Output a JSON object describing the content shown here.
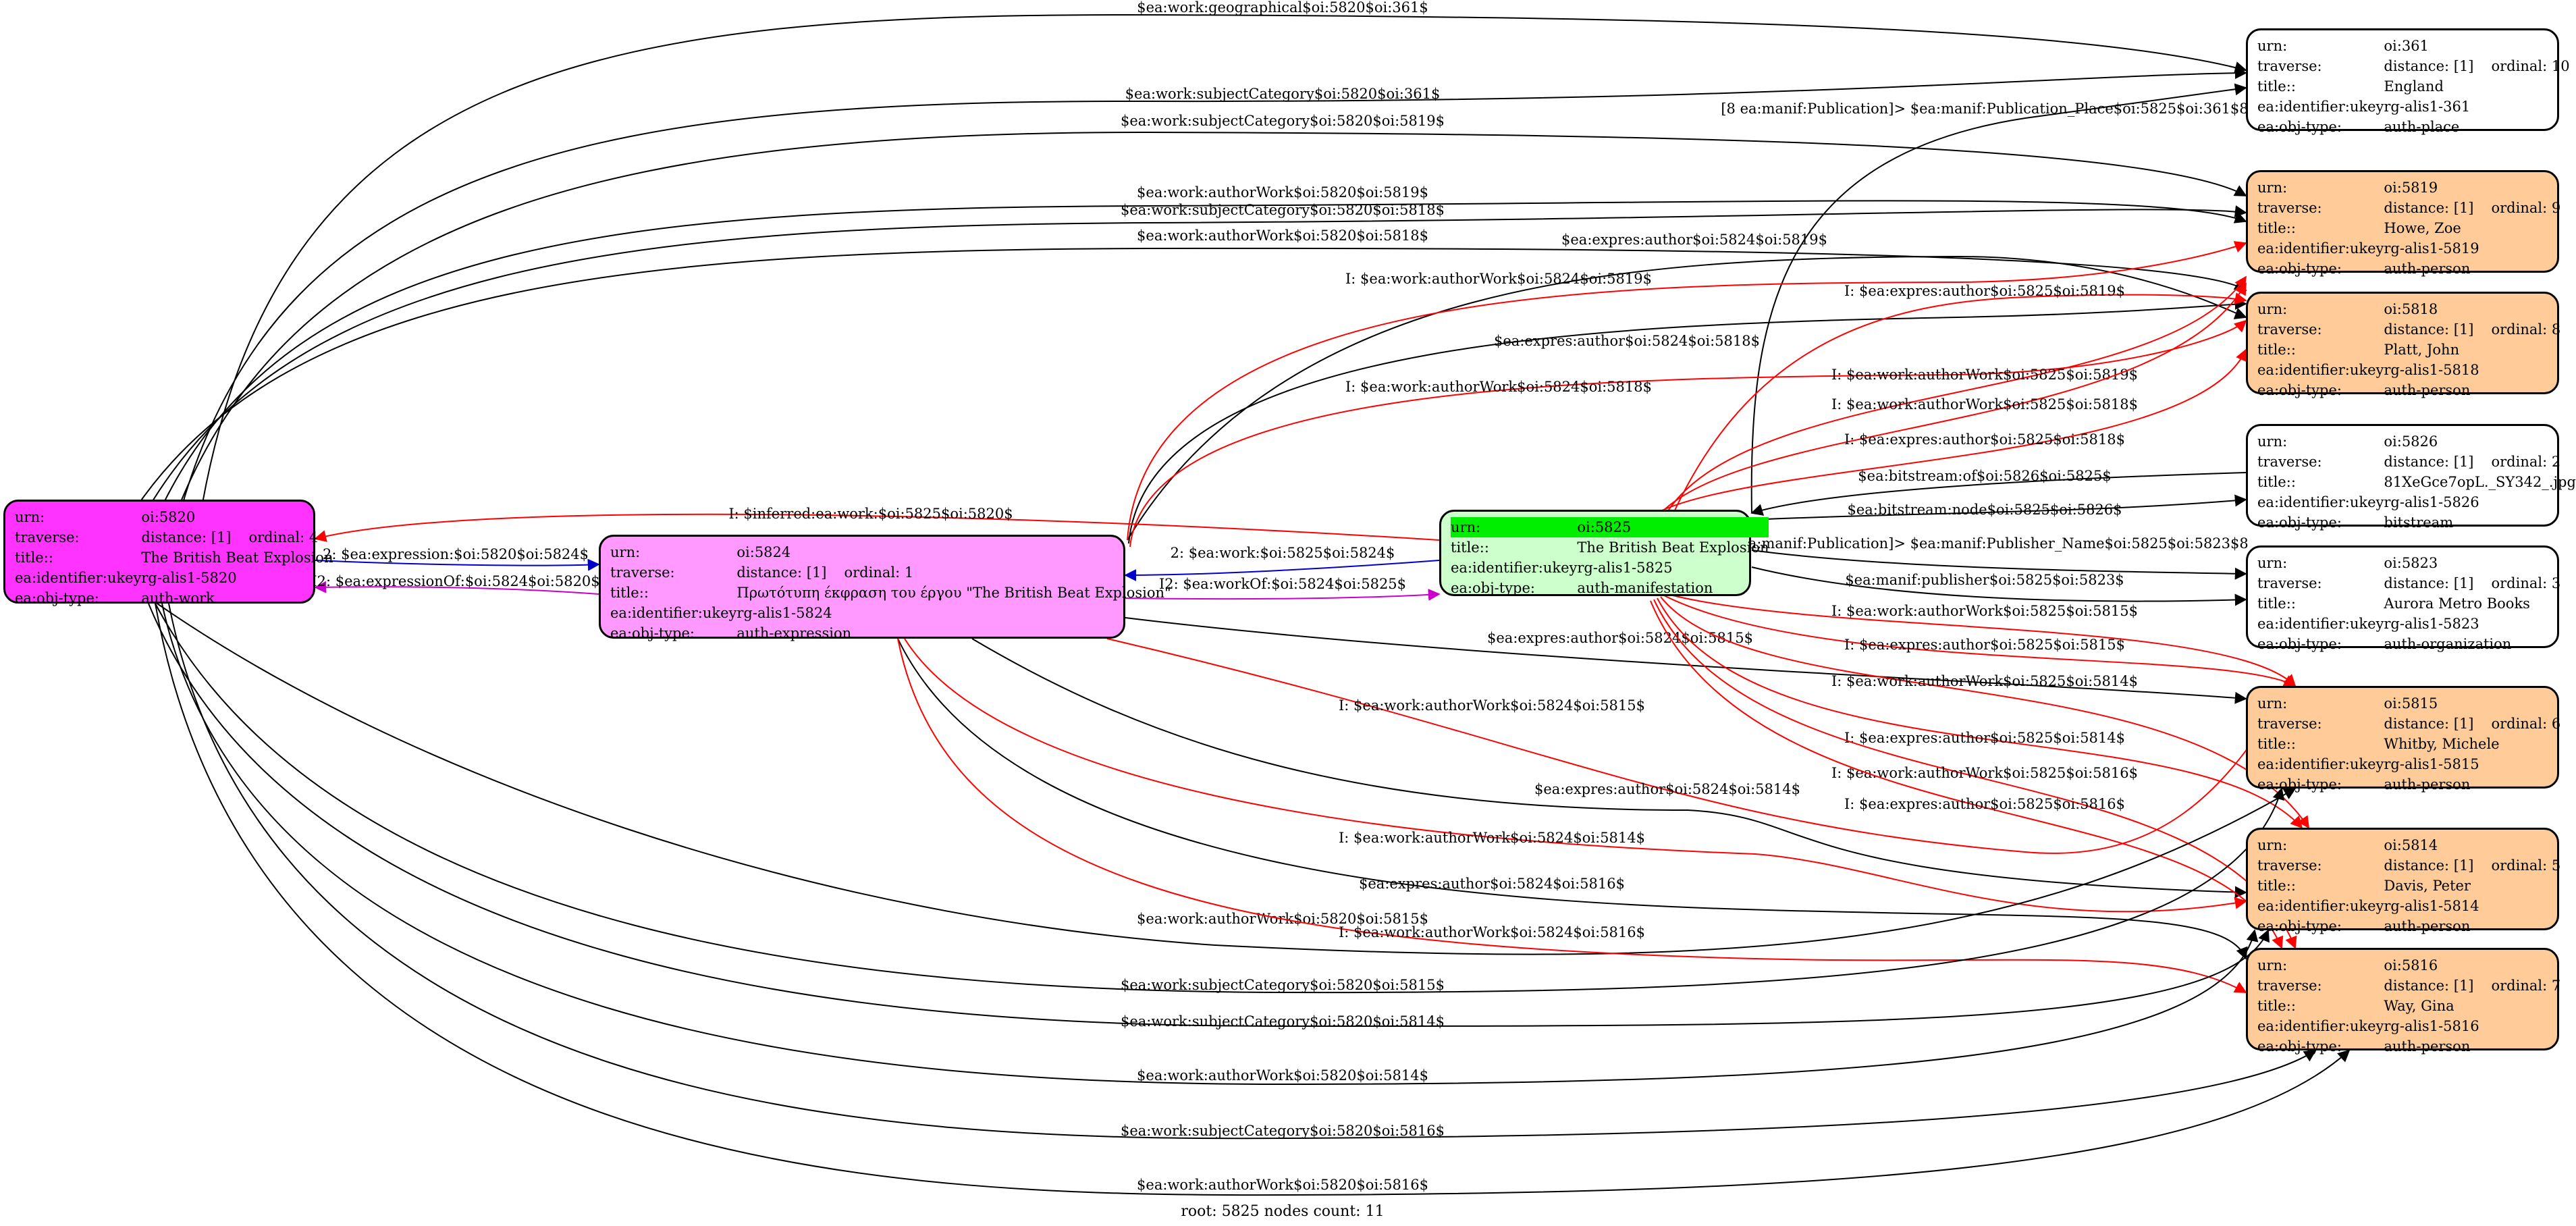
{
  "footer": "root: 5825 nodes count: 11",
  "row_keys": [
    "urn:",
    "traverse:",
    "title::",
    "ea:identifier:ukey",
    "ea:obj-type:"
  ],
  "nodes": [
    {
      "id": "oi:5820",
      "urn": "oi:5820",
      "distance": "distance: [1]",
      "ordinal": "ordinal: 4",
      "title": "The British Beat Explosion",
      "ukey": "rg-alis1-5820",
      "type": "auth-work",
      "color": "#ff33ff"
    },
    {
      "id": "oi:5824",
      "urn": "oi:5824",
      "distance": "distance: [1]",
      "ordinal": "ordinal: 1",
      "title": "Πρωτότυπη έκφραση του έργου \"The British Beat Explosion\"",
      "ukey": "rg-alis1-5824",
      "type": "auth-expression",
      "color": "#ff99ff"
    },
    {
      "id": "oi:5825",
      "urn": "oi:5825",
      "distance": "",
      "ordinal": "",
      "title": "The British Beat Explosion",
      "ukey": "rg-alis1-5825",
      "type": "auth-manifestation",
      "color": "#ccffcc",
      "root": true
    },
    {
      "id": "oi:361",
      "urn": "oi:361",
      "distance": "distance: [1]",
      "ordinal": "ordinal: 10",
      "title": "England",
      "ukey": "rg-alis1-361",
      "type": "auth-place",
      "color": "#ffffff"
    },
    {
      "id": "oi:5819",
      "urn": "oi:5819",
      "distance": "distance: [1]",
      "ordinal": "ordinal: 9",
      "title": "Howe, Zoe",
      "ukey": "rg-alis1-5819",
      "type": "auth-person",
      "color": "#ffcc99"
    },
    {
      "id": "oi:5818",
      "urn": "oi:5818",
      "distance": "distance: [1]",
      "ordinal": "ordinal: 8",
      "title": "Platt, John",
      "ukey": "rg-alis1-5818",
      "type": "auth-person",
      "color": "#ffcc99"
    },
    {
      "id": "oi:5826",
      "urn": "oi:5826",
      "distance": "distance: [1]",
      "ordinal": "ordinal: 2",
      "title": "81XeGce7opL._SY342_.jpg",
      "ukey": "rg-alis1-5826",
      "type": "bitstream",
      "color": "#ffffff"
    },
    {
      "id": "oi:5823",
      "urn": "oi:5823",
      "distance": "distance: [1]",
      "ordinal": "ordinal: 3",
      "title": "Aurora Metro Books",
      "ukey": "rg-alis1-5823",
      "type": "auth-organization",
      "color": "#ffffff"
    },
    {
      "id": "oi:5815",
      "urn": "oi:5815",
      "distance": "distance: [1]",
      "ordinal": "ordinal: 6",
      "title": "Whitby, Michele",
      "ukey": "rg-alis1-5815",
      "type": "auth-person",
      "color": "#ffcc99"
    },
    {
      "id": "oi:5814",
      "urn": "oi:5814",
      "distance": "distance: [1]",
      "ordinal": "ordinal: 5",
      "title": "Davis, Peter",
      "ukey": "rg-alis1-5814",
      "type": "auth-person",
      "color": "#ffcc99"
    },
    {
      "id": "oi:5816",
      "urn": "oi:5816",
      "distance": "distance: [1]",
      "ordinal": "ordinal: 7",
      "title": "Way, Gina",
      "ukey": "rg-alis1-5816",
      "type": "auth-person",
      "color": "#ffcc99"
    }
  ],
  "edges": [
    {
      "label": "$ea:work:geographical$oi:5820$oi:361$",
      "color": "#000000"
    },
    {
      "label": "$ea:work:subjectCategory$oi:5820$oi:361$",
      "color": "#000000"
    },
    {
      "label": "[8 ea:manif:Publication]> $ea:manif:Publication_Place$oi:5825$oi:361$8",
      "color": "#000000"
    },
    {
      "label": "$ea:work:subjectCategory$oi:5820$oi:5819$",
      "color": "#000000"
    },
    {
      "label": "$ea:work:authorWork$oi:5820$oi:5819$",
      "color": "#000000"
    },
    {
      "label": "$ea:work:subjectCategory$oi:5820$oi:5818$",
      "color": "#000000"
    },
    {
      "label": "$ea:work:authorWork$oi:5820$oi:5818$",
      "color": "#000000"
    },
    {
      "label": "$ea:expres:author$oi:5824$oi:5819$",
      "color": "#000000"
    },
    {
      "label": "I: $ea:work:authorWork$oi:5824$oi:5819$",
      "color": "#ff0000"
    },
    {
      "label": "$ea:expres:author$oi:5824$oi:5818$",
      "color": "#000000"
    },
    {
      "label": "I: $ea:work:authorWork$oi:5824$oi:5818$",
      "color": "#ff0000"
    },
    {
      "label": "I: $ea:expres:author$oi:5825$oi:5819$",
      "color": "#ff0000"
    },
    {
      "label": "I: $ea:work:authorWork$oi:5825$oi:5819$",
      "color": "#ff0000"
    },
    {
      "label": "I: $ea:work:authorWork$oi:5825$oi:5818$",
      "color": "#ff0000"
    },
    {
      "label": "I: $ea:expres:author$oi:5825$oi:5818$",
      "color": "#ff0000"
    },
    {
      "label": "$ea:bitstream:of$oi:5826$oi:5825$",
      "color": "#000000"
    },
    {
      "label": "$ea:bitstream:node$oi:5825$oi:5826$",
      "color": "#000000"
    },
    {
      "label": "[8 ea:manif:Publication]> $ea:manif:Publisher_Name$oi:5825$oi:5823$8",
      "color": "#000000"
    },
    {
      "label": "$ea:manif:publisher$oi:5825$oi:5823$",
      "color": "#000000"
    },
    {
      "label": "I: $inferred:ea:work:$oi:5825$oi:5820$",
      "color": "#ff0000"
    },
    {
      "label": "2: $ea:expression:$oi:5820$oi:5824$",
      "color": "#0000cc"
    },
    {
      "label": "I2: $ea:expressionOf:$oi:5824$oi:5820$",
      "color": "#cc00cc"
    },
    {
      "label": "2: $ea:work:$oi:5825$oi:5824$",
      "color": "#0000cc"
    },
    {
      "label": "I2: $ea:workOf:$oi:5824$oi:5825$",
      "color": "#cc00cc"
    },
    {
      "label": "I: $ea:work:authorWork$oi:5825$oi:5815$",
      "color": "#ff0000"
    },
    {
      "label": "$ea:expres:author$oi:5824$oi:5815$",
      "color": "#000000"
    },
    {
      "label": "I: $ea:expres:author$oi:5825$oi:5815$",
      "color": "#ff0000"
    },
    {
      "label": "I: $ea:work:authorWork$oi:5825$oi:5814$",
      "color": "#ff0000"
    },
    {
      "label": "I: $ea:work:authorWork$oi:5824$oi:5815$",
      "color": "#ff0000"
    },
    {
      "label": "I: $ea:expres:author$oi:5825$oi:5814$",
      "color": "#ff0000"
    },
    {
      "label": "$ea:expres:author$oi:5824$oi:5814$",
      "color": "#000000"
    },
    {
      "label": "I: $ea:work:authorWork$oi:5825$oi:5816$",
      "color": "#ff0000"
    },
    {
      "label": "I: $ea:expres:author$oi:5825$oi:5816$",
      "color": "#ff0000"
    },
    {
      "label": "I: $ea:work:authorWork$oi:5824$oi:5814$",
      "color": "#ff0000"
    },
    {
      "label": "$ea:expres:author$oi:5824$oi:5816$",
      "color": "#000000"
    },
    {
      "label": "$ea:work:authorWork$oi:5820$oi:5815$",
      "color": "#000000"
    },
    {
      "label": "I: $ea:work:authorWork$oi:5824$oi:5816$",
      "color": "#ff0000"
    },
    {
      "label": "$ea:work:subjectCategory$oi:5820$oi:5815$",
      "color": "#000000"
    },
    {
      "label": "$ea:work:subjectCategory$oi:5820$oi:5814$",
      "color": "#000000"
    },
    {
      "label": "$ea:work:authorWork$oi:5820$oi:5814$",
      "color": "#000000"
    },
    {
      "label": "$ea:work:subjectCategory$oi:5820$oi:5816$",
      "color": "#000000"
    },
    {
      "label": "$ea:work:authorWork$oi:5820$oi:5816$",
      "color": "#000000"
    }
  ]
}
